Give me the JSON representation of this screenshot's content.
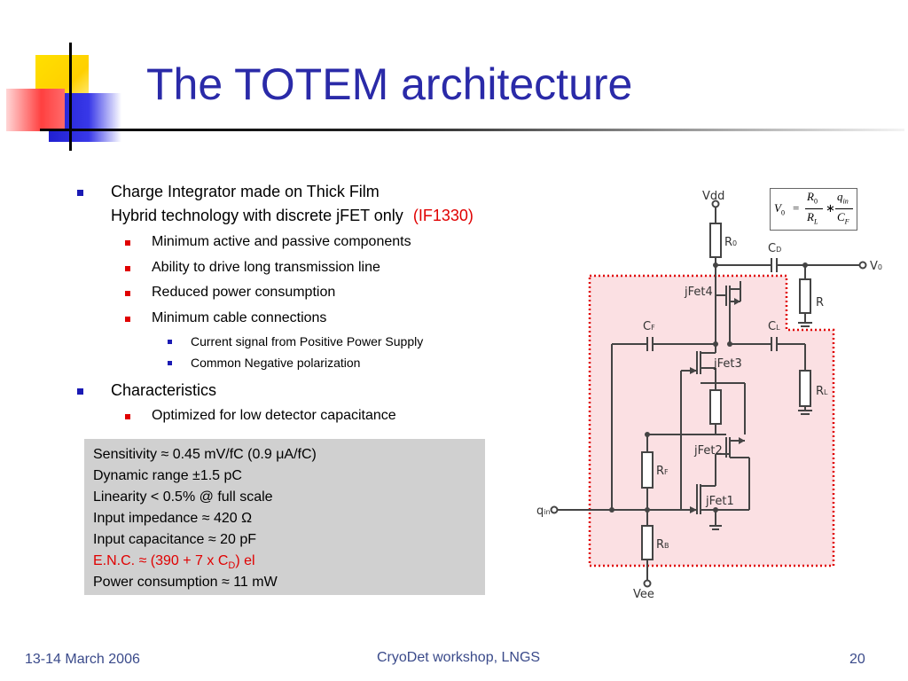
{
  "slide": {
    "title": "The TOTEM architecture"
  },
  "bullets": {
    "b1_line1": "Charge Integrator made on Thick Film",
    "b1_line2": "Hybrid technology with discrete jFET only",
    "b1_code": "(IF1330)",
    "sub1": "Minimum active and passive components",
    "sub2": "Ability to drive long transmission line",
    "sub3": "Reduced power consumption",
    "sub4": "Minimum cable connections",
    "subsub1": "Current signal from Positive Power Supply",
    "subsub2": "Common Negative polarization",
    "b2": "Characteristics",
    "sub5": "Optimized for low detector capacitance"
  },
  "characteristics_box": {
    "line1": "Sensitivity ≈ 0.45 mV/fC (0.9 μA/fC)",
    "line2": "Dynamic range ±1.5 pC",
    "line3": "Linearity < 0.5% @ full scale",
    "line4": "Input impedance ≈ 420 Ω",
    "line5": "Input capacitance ≈ 20 pF",
    "line6_pre": "E.N.C. ≈ (390 + 7 x C",
    "line6_sub": "D",
    "line6_post": ") el",
    "line7": "Power consumption ≈ 11 mW"
  },
  "circuit": {
    "vdd": "Vdd",
    "vee": "Vee",
    "r0": "R",
    "r0_sub": "0",
    "cd": "C",
    "cd_sub": "D",
    "v0": "V",
    "v0_sub": "0",
    "r": "R",
    "jfet4": "jFet4",
    "cf": "C",
    "cf_sub": "F",
    "cl": "C",
    "cl_sub": "L",
    "jfet3": "jFet3",
    "rl": "R",
    "rl_sub": "L",
    "jfet2": "jFet2",
    "rf": "R",
    "rf_sub": "F",
    "jfet1": "jFet1",
    "qin": "q",
    "qin_sub": "in",
    "rb": "R",
    "rb_sub": "B"
  },
  "formula": {
    "lhs": "V",
    "lhs_sub": "0",
    "eq": "=",
    "num1": "R",
    "num1_sub": "0",
    "den1": "R",
    "den1_sub": "L",
    "times": "∗",
    "num2": "q",
    "num2_sub": "in",
    "den2": "C",
    "den2_sub": "F"
  },
  "footer": {
    "date": "13-14 March 2006",
    "event": "CryoDet workshop, LNGS",
    "page": "20"
  },
  "colors": {
    "title": "#2a2aa8",
    "bullet_level1": "#1a1ab4",
    "bullet_level2": "#e00000",
    "highlight_red": "#e00000",
    "box_bg": "#d0d0d0",
    "hybrid_fill": "#fbe0e3",
    "hybrid_border": "#e00000"
  }
}
